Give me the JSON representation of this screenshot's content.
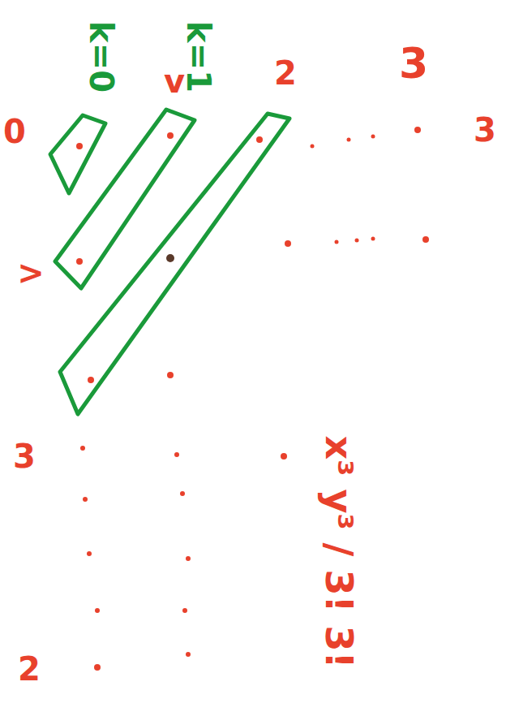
{
  "diagram": {
    "nodes": [
      {
        "text": [
          "k=0"
        ]
      },
      {
        "text": [
          "k=1"
        ]
      }
    ],
    "labels": [
      "0",
      ">",
      "3",
      "2",
      "v",
      "2",
      "3",
      "3",
      "x³ y³ / 3! 3!"
    ]
  }
}
